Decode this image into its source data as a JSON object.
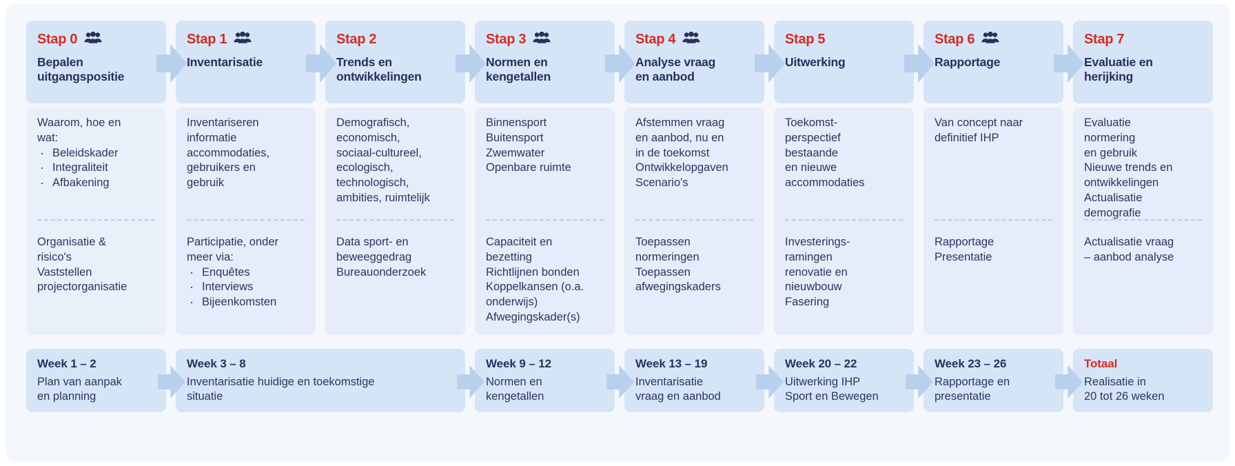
{
  "theme": {
    "page_bg": "#f4f7fc",
    "card_header_bg": "#d6e4f7",
    "card_body_bg": "#e6ecf9",
    "arrow_fill": "#b8d0ee",
    "accent_red": "#cf2e22",
    "navy": "#27315c",
    "text_navy": "#2b3560",
    "dash_color": "#b6cdeb"
  },
  "steps": [
    {
      "number": "Stap 0",
      "title": "Bepalen\nuitgangspositie",
      "has_people_icon": true,
      "upper_text": "Waarom, hoe en\nwat:",
      "upper_list": [
        "Beleidskader",
        "Integraliteit",
        "Afbakening"
      ],
      "lower_text": "Organisatie &\nrisico's\nVaststellen\nprojectorganisatie",
      "lower_list": []
    },
    {
      "number": "Stap 1",
      "title": "Inventarisatie",
      "has_people_icon": true,
      "upper_text": "Inventariseren\ninformatie\naccommodaties,\ngebruikers en\ngebruik",
      "upper_list": [],
      "lower_text": "Participatie, onder\nmeer via:",
      "lower_list": [
        "Enquêtes",
        "Interviews",
        "Bijeenkomsten"
      ]
    },
    {
      "number": "Stap 2",
      "title": "Trends en\nontwikkelingen",
      "has_people_icon": false,
      "upper_text": "Demografisch,\neconomisch,\nsociaal-cultureel,\necologisch,\ntechnologisch,\nambities, ruimtelijk",
      "upper_list": [],
      "lower_text": "Data sport- en\nbeweeggedrag\nBureauonderzoek",
      "lower_list": []
    },
    {
      "number": "Stap 3",
      "title": "Normen en\nkengetallen",
      "has_people_icon": true,
      "upper_text": "Binnensport\nBuitensport\nZwemwater\nOpenbare ruimte",
      "upper_list": [],
      "lower_text": "Capaciteit en\nbezetting\nRichtlijnen bonden\nKoppelkansen (o.a.\nonderwijs)\nAfwegingskader(s)",
      "lower_list": []
    },
    {
      "number": "Stap 4",
      "title": "Analyse vraag\nen aanbod",
      "has_people_icon": true,
      "upper_text": "Afstemmen vraag\nen aanbod, nu en\nin de toekomst\nOntwikkelopgaven\nScenario's",
      "upper_list": [],
      "lower_text": "Toepassen\nnormeringen\nToepassen\nafwegingskaders",
      "lower_list": []
    },
    {
      "number": "Stap 5",
      "title": "Uitwerking",
      "has_people_icon": false,
      "upper_text": "Toekomst-\nperspectief\nbestaande\nen nieuwe\naccommodaties",
      "upper_list": [],
      "lower_text": "Investerings-\nramingen\nrenovatie en\nnieuwbouw\nFasering",
      "lower_list": []
    },
    {
      "number": "Stap 6",
      "title": "Rapportage",
      "has_people_icon": true,
      "upper_text": "Van concept naar\ndefinitief IHP",
      "upper_list": [],
      "lower_text": "Rapportage\nPresentatie",
      "lower_list": []
    },
    {
      "number": "Stap 7",
      "title": "Evaluatie en\nherijking",
      "has_people_icon": false,
      "upper_text": "Evaluatie\nnormering\nen gebruik\nNieuwe trends en\nontwikkelingen\nActualisatie\ndemografie",
      "upper_list": [],
      "lower_text": "Actualisatie vraag\n– aanbod analyse",
      "lower_list": []
    }
  ],
  "weeks": [
    {
      "head": "Week 1 – 2",
      "head_red": false,
      "sub": "Plan van aanpak\nen planning",
      "span": 1
    },
    {
      "head": "Week 3 – 8",
      "head_red": false,
      "sub": "Inventarisatie huidige en toekomstige\nsituatie",
      "span": 2
    },
    {
      "head": "Week 9 – 12",
      "head_red": false,
      "sub": "Normen en\nkengetallen",
      "span": 1
    },
    {
      "head": "Week 13 – 19",
      "head_red": false,
      "sub": "Inventarisatie\nvraag en aanbod",
      "span": 1
    },
    {
      "head": "Week 20 – 22",
      "head_red": false,
      "sub": "Uitwerking IHP\nSport en Bewegen",
      "span": 1
    },
    {
      "head": "Week 23 – 26",
      "head_red": false,
      "sub": "Rapportage en\npresentatie",
      "span": 1
    },
    {
      "head": "Totaal",
      "head_red": true,
      "sub": "Realisatie in\n20 tot 26 weken",
      "span": 1
    }
  ],
  "icons": {
    "people": "people-group-icon",
    "arrow": "right-arrow-icon"
  }
}
